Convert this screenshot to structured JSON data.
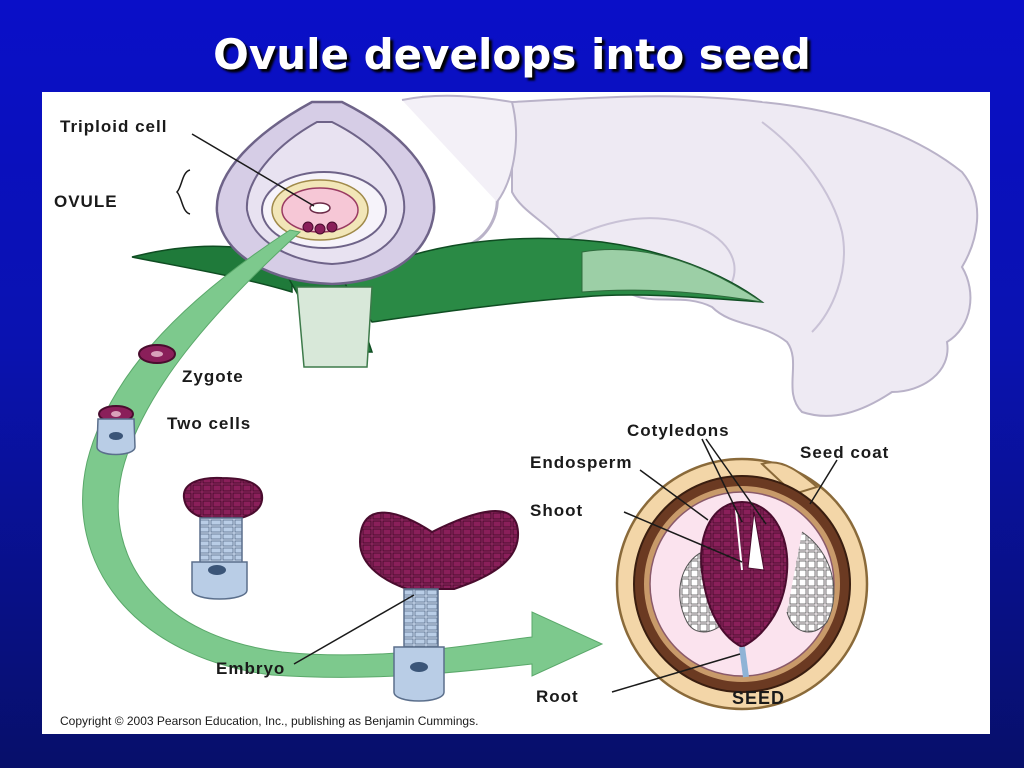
{
  "title": "Ovule develops into seed",
  "labels": {
    "triploid_cell": "Triploid cell",
    "ovule": "OVULE",
    "zygote": "Zygote",
    "two_cells": "Two cells",
    "cotyledons": "Cotyledons",
    "seed_coat": "Seed coat",
    "endosperm": "Endosperm",
    "shoot": "Shoot",
    "embryo": "Embryo",
    "root": "Root",
    "seed": "SEED"
  },
  "copyright": "Copyright © 2003 Pearson Education, Inc., publishing as Benjamin Cummings.",
  "colors": {
    "slide_background": "#0a0fc8",
    "arrow_green": "#7dc98d",
    "leaf_green": "#1f7a3a",
    "ovule_lavender": "#d6cde6",
    "embryo_magenta": "#8a1f5a",
    "seed_coat_tan": "#f3d6a8",
    "seed_coat_brown": "#6b3a22",
    "suspensor_blue": "#b9cde6"
  }
}
